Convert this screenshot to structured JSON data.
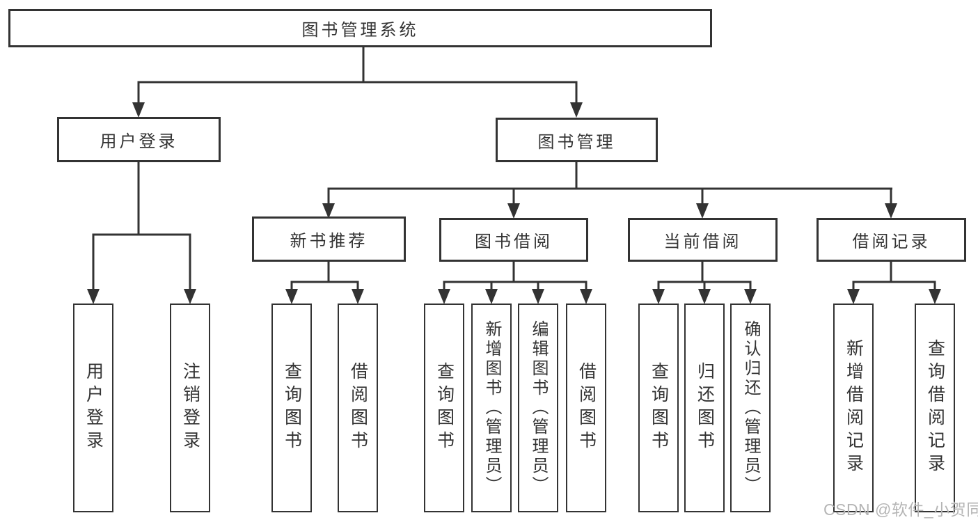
{
  "diagram": {
    "root": {
      "label": "图书管理系统"
    },
    "level2": {
      "user_login": {
        "label": "用户登录"
      },
      "book_mgmt": {
        "label": "图书管理"
      }
    },
    "level3": {
      "new_book": {
        "label": "新书推荐"
      },
      "book_borrow": {
        "label": "图书借阅"
      },
      "current_borrow": {
        "label": "当前借阅"
      },
      "borrow_record": {
        "label": "借阅记录"
      }
    },
    "leaves": {
      "user_login_login": {
        "label": "用户登录"
      },
      "user_login_logout": {
        "label": "注销登录"
      },
      "new_book_query": {
        "label": "查询图书"
      },
      "new_book_borrow": {
        "label": "借阅图书"
      },
      "book_borrow_query": {
        "label": "查询图书"
      },
      "book_borrow_add": {
        "label": "新增图书（管理员）"
      },
      "book_borrow_edit": {
        "label": "编辑图书（管理员）"
      },
      "book_borrow_borrow": {
        "label": "借阅图书"
      },
      "current_query": {
        "label": "查询图书"
      },
      "current_return": {
        "label": "归还图书"
      },
      "current_confirm": {
        "label": "确认归还（管理员）"
      },
      "record_add": {
        "label": "新增借阅记录"
      },
      "record_query": {
        "label": "查询借阅记录"
      }
    }
  },
  "watermark": {
    "text": "CSDN @软件_小贺同学"
  },
  "colors": {
    "line": "#333333",
    "text": "#333333",
    "box_background": "#ffffff",
    "watermark": "#b5b5b5"
  }
}
